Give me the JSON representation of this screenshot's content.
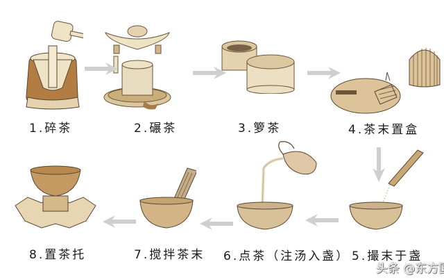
{
  "diagram": {
    "type": "process-flow",
    "steps": [
      {
        "n": 1,
        "label": "1.碎茶"
      },
      {
        "n": 2,
        "label": "2.碾茶"
      },
      {
        "n": 3,
        "label": "3.箩茶"
      },
      {
        "n": 4,
        "label": "4.茶末置盒"
      },
      {
        "n": 5,
        "label": "5.撮末于盏"
      },
      {
        "n": 6,
        "label": "6.点茶（注汤入盏）"
      },
      {
        "n": 7,
        "label": "7.搅拌茶末"
      },
      {
        "n": 8,
        "label": "8.置茶托"
      }
    ],
    "flow": "row1 left-to-right (1→4), down arrow, row2 right-to-left (5→8)"
  },
  "watermark": "头条 @东方国学",
  "colors": {
    "background": "#ffffff",
    "arrow": "#c8c8c8",
    "ware_light": "#e8dcc0",
    "ware_mid": "#d9c7a0",
    "ware_dark": "#a87a45",
    "outline": "#5a4630"
  }
}
